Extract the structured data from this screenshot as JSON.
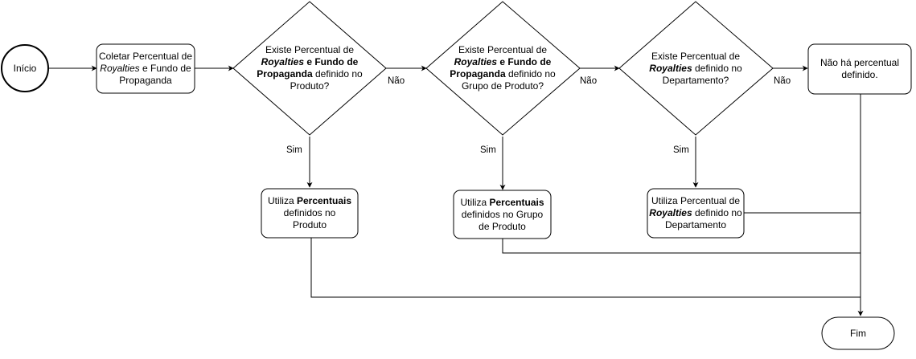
{
  "nodes": {
    "start": {
      "text": "Início"
    },
    "collect": {
      "parts": [
        {
          "t": "Coletar Percentual de ",
          "style": "normal"
        },
        {
          "t": "Royalties",
          "style": "italic"
        },
        {
          "t": " e Fundo de Propaganda",
          "style": "normal"
        }
      ]
    },
    "q_product": {
      "parts": [
        {
          "t": "Existe Percentual de ",
          "style": "normal"
        },
        {
          "t": "Royalties",
          "style": "bold-italic"
        },
        {
          "t": " e Fundo de Propaganda",
          "style": "bold"
        },
        {
          "t": " definido no Produto?",
          "style": "normal"
        }
      ]
    },
    "q_group": {
      "parts": [
        {
          "t": "Existe Percentual de ",
          "style": "normal"
        },
        {
          "t": "Royalties",
          "style": "bold-italic"
        },
        {
          "t": " e Fundo de Propaganda",
          "style": "bold"
        },
        {
          "t": " definido no Grupo de Produto?",
          "style": "normal"
        }
      ]
    },
    "q_dept": {
      "parts": [
        {
          "t": "Existe Percentual de ",
          "style": "normal"
        },
        {
          "t": "Royalties",
          "style": "bold-italic"
        },
        {
          "t": " definido no Departamento?",
          "style": "normal"
        }
      ]
    },
    "none": {
      "parts": [
        {
          "t": "Não há percentual definido.",
          "style": "normal"
        }
      ]
    },
    "use_product": {
      "parts": [
        {
          "t": "Utiliza ",
          "style": "normal"
        },
        {
          "t": "Percentuais",
          "style": "bold"
        },
        {
          "t": " definidos no Produto",
          "style": "normal"
        }
      ]
    },
    "use_group": {
      "parts": [
        {
          "t": "Utiliza ",
          "style": "normal"
        },
        {
          "t": "Percentuais",
          "style": "bold"
        },
        {
          "t": " definidos no Grupo de Produto",
          "style": "normal"
        }
      ]
    },
    "use_dept": {
      "parts": [
        {
          "t": "Utiliza Percentual de ",
          "style": "normal"
        },
        {
          "t": "Royalties",
          "style": "bold-italic"
        },
        {
          "t": " definido no Departamento",
          "style": "normal"
        }
      ]
    },
    "end": {
      "text": "Fim"
    }
  },
  "edges": {
    "no1": "Não",
    "no2": "Não",
    "no3": "Não",
    "yes1": "Sim",
    "yes2": "Sim",
    "yes3": "Sim"
  },
  "colors": {
    "stroke": "#000000",
    "fill": "#ffffff",
    "text": "#000000"
  }
}
